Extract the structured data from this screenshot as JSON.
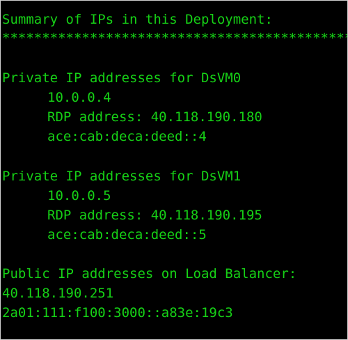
{
  "console": {
    "text_color": "#16d116",
    "background_color": "#000000",
    "header": {
      "title": "Summary of IPs in this Deployment:",
      "separator": "**************************************************"
    },
    "dsvm0": {
      "heading": "Private IP addresses for DsVM0",
      "ipv4": "10.0.0.4",
      "rdp": "RDP address: 40.118.190.180",
      "ipv6": "ace:cab:deca:deed::4"
    },
    "dsvm1": {
      "heading": "Private IP addresses for DsVM1",
      "ipv4": "10.0.0.5",
      "rdp": "RDP address: 40.118.190.195",
      "ipv6": "ace:cab:deca:deed::5"
    },
    "load_balancer": {
      "heading": "Public IP addresses on Load Balancer:",
      "ipv4": "40.118.190.251",
      "ipv6": "2a01:111:f100:3000::a83e:19c3"
    }
  }
}
